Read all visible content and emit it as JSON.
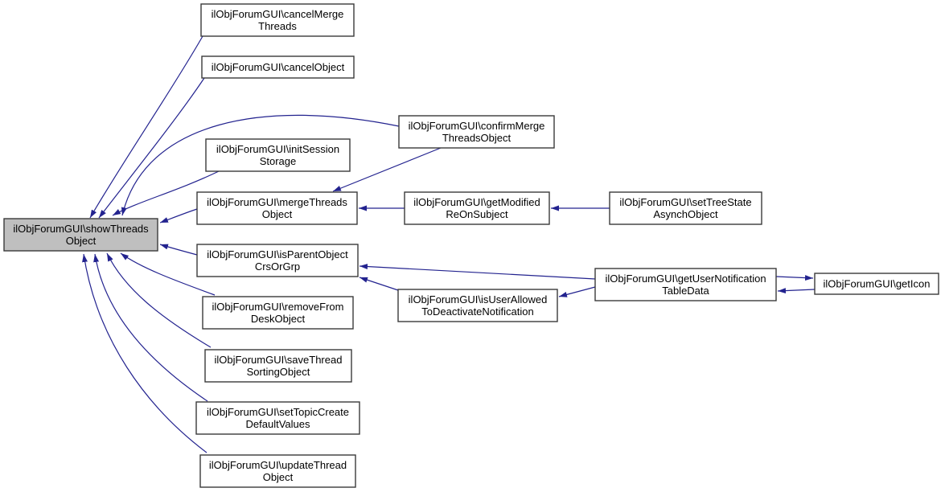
{
  "diagram": {
    "kind": "caller-graph",
    "colors": {
      "background": "#ffffff",
      "edge": "#23238f",
      "node_border": "#3a3a3a",
      "node_fill": "#ffffff",
      "highlight_fill": "#bfbfbf",
      "text": "#000000"
    },
    "nodes": [
      {
        "id": "showThreadsObject",
        "lines": [
          "ilObjForumGUI\\showThreads",
          "Object"
        ],
        "highlighted": true
      },
      {
        "id": "cancelMergeThreads",
        "lines": [
          "ilObjForumGUI\\cancelMerge",
          "Threads"
        ],
        "highlighted": false
      },
      {
        "id": "cancelObject",
        "lines": [
          "ilObjForumGUI\\cancelObject"
        ],
        "highlighted": false
      },
      {
        "id": "confirmMergeThreadsObject",
        "lines": [
          "ilObjForumGUI\\confirmMerge",
          "ThreadsObject"
        ],
        "highlighted": false
      },
      {
        "id": "initSessionStorage",
        "lines": [
          "ilObjForumGUI\\initSession",
          "Storage"
        ],
        "highlighted": false
      },
      {
        "id": "mergeThreadsObject",
        "lines": [
          "ilObjForumGUI\\mergeThreads",
          "Object"
        ],
        "highlighted": false
      },
      {
        "id": "getModifiedReOnSubject",
        "lines": [
          "ilObjForumGUI\\getModified",
          "ReOnSubject"
        ],
        "highlighted": false
      },
      {
        "id": "setTreeStateAsynchObject",
        "lines": [
          "ilObjForumGUI\\setTreeState",
          "AsynchObject"
        ],
        "highlighted": false
      },
      {
        "id": "isParentObjectCrsOrGrp",
        "lines": [
          "ilObjForumGUI\\isParentObject",
          "CrsOrGrp"
        ],
        "highlighted": false
      },
      {
        "id": "removeFromDeskObject",
        "lines": [
          "ilObjForumGUI\\removeFrom",
          "DeskObject"
        ],
        "highlighted": false
      },
      {
        "id": "isUserAllowedToDeactivateNotification",
        "lines": [
          "ilObjForumGUI\\isUserAllowed",
          "ToDeactivateNotification"
        ],
        "highlighted": false
      },
      {
        "id": "getUserNotificationTableData",
        "lines": [
          "ilObjForumGUI\\getUserNotification",
          "TableData"
        ],
        "highlighted": false
      },
      {
        "id": "getIcon",
        "lines": [
          "ilObjForumGUI\\getIcon"
        ],
        "highlighted": false
      },
      {
        "id": "saveThreadSortingObject",
        "lines": [
          "ilObjForumGUI\\saveThread",
          "SortingObject"
        ],
        "highlighted": false
      },
      {
        "id": "setTopicCreateDefaultValues",
        "lines": [
          "ilObjForumGUI\\setTopicCreate",
          "DefaultValues"
        ],
        "highlighted": false
      },
      {
        "id": "updateThreadObject",
        "lines": [
          "ilObjForumGUI\\updateThread",
          "Object"
        ],
        "highlighted": false
      }
    ],
    "edges": [
      {
        "from": "cancelMergeThreads",
        "to": "showThreadsObject"
      },
      {
        "from": "cancelObject",
        "to": "showThreadsObject"
      },
      {
        "from": "initSessionStorage",
        "to": "showThreadsObject"
      },
      {
        "from": "confirmMergeThreadsObject",
        "to": "showThreadsObject"
      },
      {
        "from": "mergeThreadsObject",
        "to": "showThreadsObject"
      },
      {
        "from": "isParentObjectCrsOrGrp",
        "to": "showThreadsObject"
      },
      {
        "from": "removeFromDeskObject",
        "to": "showThreadsObject"
      },
      {
        "from": "saveThreadSortingObject",
        "to": "showThreadsObject"
      },
      {
        "from": "setTopicCreateDefaultValues",
        "to": "showThreadsObject"
      },
      {
        "from": "updateThreadObject",
        "to": "showThreadsObject"
      },
      {
        "from": "confirmMergeThreadsObject",
        "to": "mergeThreadsObject"
      },
      {
        "from": "getModifiedReOnSubject",
        "to": "mergeThreadsObject"
      },
      {
        "from": "setTreeStateAsynchObject",
        "to": "getModifiedReOnSubject"
      },
      {
        "from": "getUserNotificationTableData",
        "to": "isParentObjectCrsOrGrp"
      },
      {
        "from": "isUserAllowedToDeactivateNotification",
        "to": "isParentObjectCrsOrGrp"
      },
      {
        "from": "getUserNotificationTableData",
        "to": "isUserAllowedToDeactivateNotification"
      },
      {
        "from": "getUserNotificationTableData",
        "to": "getIcon"
      },
      {
        "from": "getIcon",
        "to": "getUserNotificationTableData"
      }
    ]
  }
}
